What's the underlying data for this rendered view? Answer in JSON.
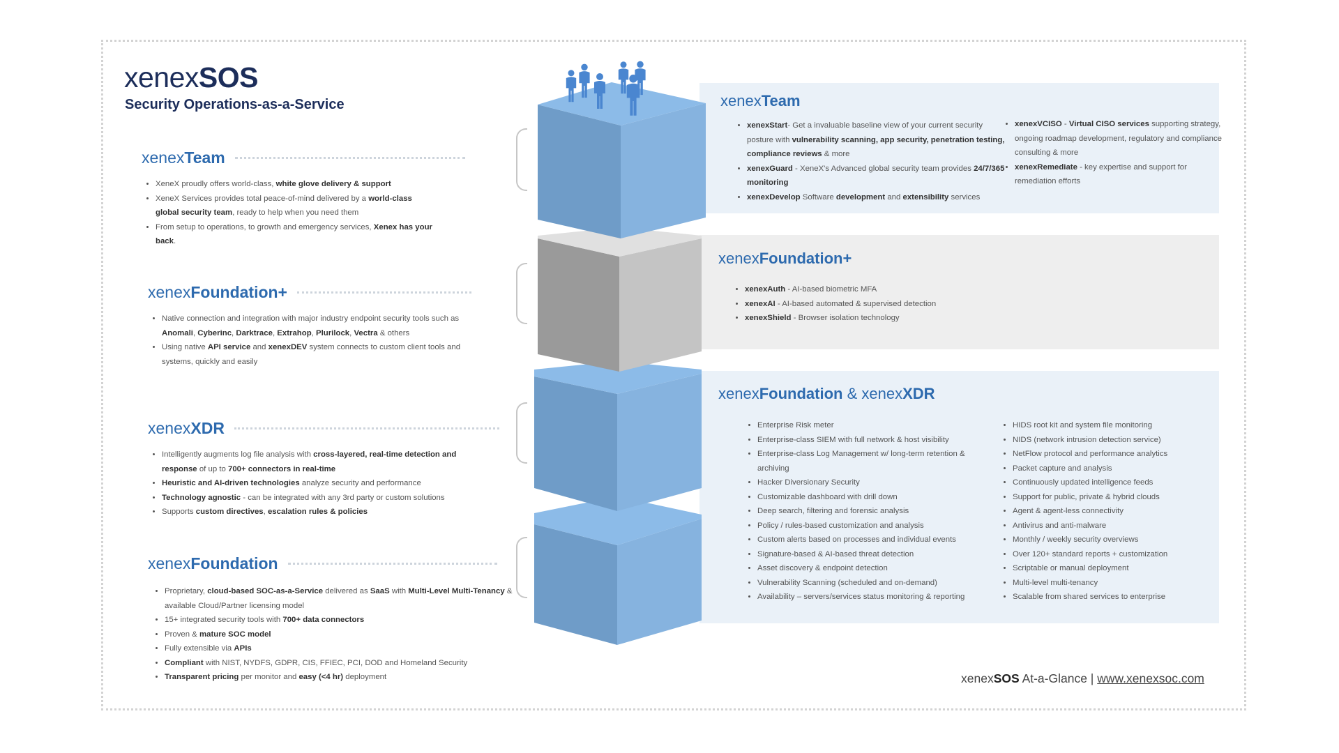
{
  "brand": {
    "prefix": "xenex",
    "strong": "SOS",
    "subtitle": "Security Operations-as-a-Service"
  },
  "left": {
    "team": {
      "head_prefix": "xenex",
      "head_strong": "Team",
      "items": [
        {
          "a": "XeneX proudly offers world-class, ",
          "b": "white glove delivery & support",
          "c": ""
        },
        {
          "a": "XeneX Services provides total peace-of-mind delivered by a ",
          "b": "world-class global security team",
          "c": ", ready to help when you need them"
        },
        {
          "a": "From setup to operations, to growth and emergency services, ",
          "b": "Xenex has your back",
          "c": "."
        }
      ]
    },
    "foundation_plus": {
      "head_prefix": "xenex",
      "head_strong": "Foundation+",
      "items": [
        {
          "a": "Native connection and integration with major industry endpoint security tools such as ",
          "b": "Anomali",
          "c": ", ",
          "d": "Cyberinc",
          "e": ", ",
          "f": "Darktrace",
          "g": ", ",
          "h": "Extrahop",
          "i": ", ",
          "j": "Plurilock",
          "k": ", ",
          "l": "Vectra",
          "m": " & others"
        },
        {
          "a": "Using native ",
          "b": "API service",
          "c": " and ",
          "d": "xenexDEV",
          "e": " system connects to custom client tools and systems, quickly and easily"
        }
      ]
    },
    "xdr": {
      "head_prefix": "xenex",
      "head_strong": "XDR",
      "items": [
        {
          "a": "Intelligently augments log file analysis with ",
          "b": "cross-layered, real-time detection and response",
          "c": " of up to ",
          "d": "700+ connectors in real-time",
          "e": ""
        },
        {
          "a": "",
          "b": "Heuristic and AI-driven technologies",
          "c": " analyze security and performance"
        },
        {
          "a": "",
          "b": "Technology agnostic",
          "c": " - can be integrated with any 3rd party or custom solutions"
        },
        {
          "a": "Supports ",
          "b": "custom directives",
          "c": ", ",
          "d": "escalation rules & policies",
          "e": ""
        }
      ]
    },
    "foundation": {
      "head_prefix": "xenex",
      "head_strong": "Foundation",
      "items": [
        {
          "a": "Proprietary, ",
          "b": "cloud-based SOC-as-a-Service",
          "c": " delivered as ",
          "d": "SaaS",
          "e": " with ",
          "f": "Multi-Level Multi-Tenancy",
          "g": " & available Cloud/Partner licensing model"
        },
        {
          "a": "15+ integrated security tools with ",
          "b": "700+ data connectors",
          "c": ""
        },
        {
          "a": "Proven & ",
          "b": "mature SOC model",
          "c": ""
        },
        {
          "a": "Fully extensible via ",
          "b": "APIs",
          "c": ""
        },
        {
          "a": "",
          "b": "Compliant",
          "c": " with NIST, NYDFS, GDPR, CIS, FFIEC, PCI, DOD and Homeland Security"
        },
        {
          "a": "",
          "b": "Transparent pricing",
          "c": " per monitor and ",
          "d": "easy (<4 hr)",
          "e": " deployment"
        }
      ]
    }
  },
  "right": {
    "team": {
      "head_prefix": "xenex",
      "head_strong": "Team",
      "col1": [
        {
          "b": "xenexStart",
          "a": "- Get a invaluable baseline view of your current security posture with ",
          "c": "vulnerability scanning, app security, penetration testing, compliance reviews",
          "d": " & more"
        },
        {
          "b": "xenexGuard",
          "a": " - XeneX's Advanced global security team provides ",
          "c": "24/7/365 monitoring",
          "d": ""
        },
        {
          "b": "xenexDevelop",
          "a": " Software ",
          "c": "development",
          "d": " and ",
          "e": "extensibility",
          "f": " services"
        }
      ],
      "col2": [
        {
          "b": "xenexVCISO",
          "a": " - ",
          "c": "Virtual CISO services",
          "d": " supporting strategy, ongoing roadmap development, regulatory and compliance consulting & more"
        },
        {
          "b": "xenexRemediate",
          "a": " - key expertise and support for remediation efforts"
        }
      ]
    },
    "foundation_plus": {
      "head_prefix": "xenex",
      "head_strong": "Foundation+",
      "items": [
        {
          "b": "xenexAuth",
          "a": " - AI-based biometric MFA"
        },
        {
          "b": "xenexAI",
          "a": "  - AI-based automated & supervised detection"
        },
        {
          "b": "xenexShield",
          "a": " - Browser isolation technology"
        }
      ]
    },
    "foundation_xdr": {
      "head_prefix": "xenex",
      "head_strong": "Foundation",
      "head_mid": " & xenex",
      "head_strong2": "XDR",
      "col1": [
        "Enterprise Risk meter",
        "Enterprise-class SIEM with full network & host visibility",
        "Enterprise-class Log Management w/ long-term retention & archiving",
        "Hacker Diversionary Security",
        "Customizable dashboard with drill down",
        "Deep search, filtering and forensic analysis",
        "Policy / rules-based customization and analysis",
        "Custom alerts based on processes and individual events",
        "Signature-based & AI-based threat detection",
        "Asset discovery & endpoint detection",
        "Vulnerability Scanning (scheduled and on-demand)",
        "Availability – servers/services status monitoring & reporting"
      ],
      "col2": [
        "HIDS root kit and system file monitoring",
        "NIDS (network intrusion detection service)",
        "NetFlow protocol and performance analytics",
        "Packet capture and analysis",
        "Continuously updated intelligence feeds",
        "Support for public, private & hybrid clouds",
        "Agent & agent-less connectivity",
        "Antivirus and anti-malware",
        "Monthly / weekly security overviews",
        "Over 120+ standard reports + customization",
        "Scriptable or manual deployment",
        "Multi-level multi-tenancy",
        "Scalable from shared services to enterprise"
      ]
    }
  },
  "footer": {
    "prefix": "xenex",
    "strong": "SOS",
    "rest": " At-a-Glance | ",
    "link": "www.xenexsoc.com"
  },
  "colors": {
    "blue_left": "#6f9cc8",
    "blue_right": "#86b3df",
    "blue_top": "#8cbbe8",
    "gray_left": "#9a9a9a",
    "gray_right": "#c4c4c4",
    "gray_top": "#e0e0e0",
    "accent": "#2d6aae",
    "navy": "#1c2d5a"
  }
}
